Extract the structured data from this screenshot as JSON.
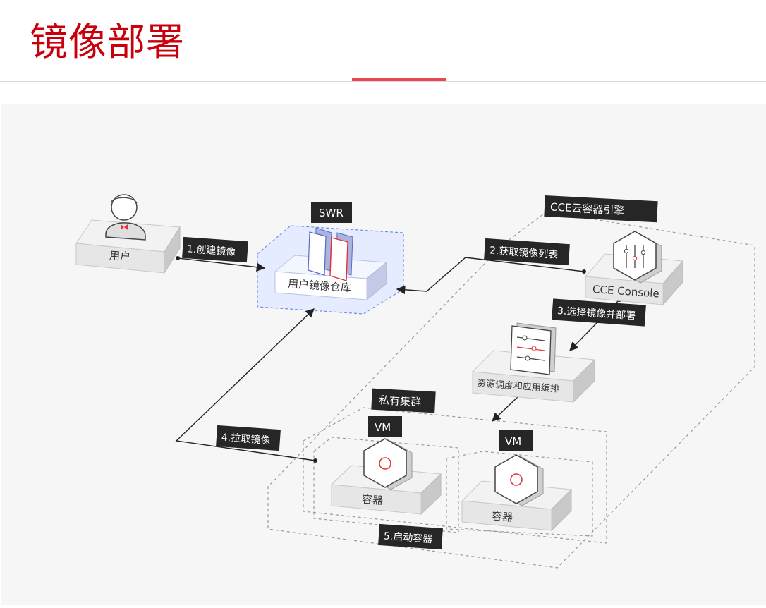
{
  "page": {
    "title": "镜像部署"
  },
  "diagram": {
    "groups": {
      "swr": "SWR",
      "cce": "CCE云容器引擎",
      "cluster": "私有集群",
      "vm1": "VM",
      "vm2": "VM"
    },
    "nodes": {
      "user": "用户",
      "repo": "用户镜像仓库",
      "console": "CCE Console",
      "scheduler": "资源调度和应用编排",
      "container1": "容器",
      "container2": "容器"
    },
    "steps": {
      "s1": "1.创建镜像",
      "s2": "2.获取镜像列表",
      "s3": "3.选择镜像并部署",
      "s4": "4.拉取镜像",
      "s5": "5.启动容器"
    },
    "colors": {
      "accent": "#c7000b",
      "label_bg": "#262626",
      "highlight": "#e6ecff"
    }
  }
}
